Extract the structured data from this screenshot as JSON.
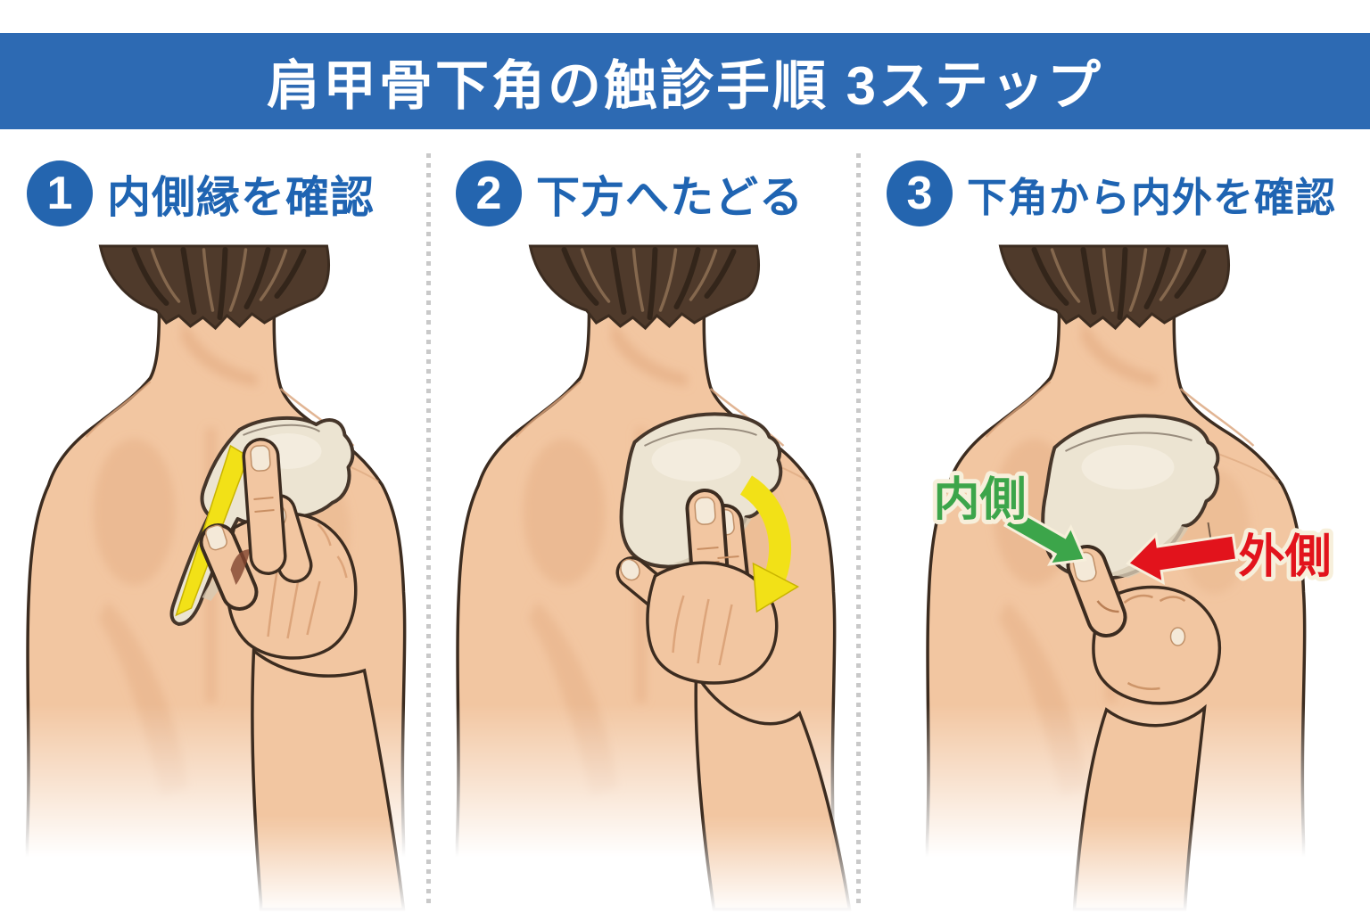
{
  "header": {
    "title": "肩甲骨下角の触診手順 3ステップ"
  },
  "steps": [
    {
      "number": "1",
      "label": "内側縁を確認"
    },
    {
      "number": "2",
      "label": "下方へたどる"
    },
    {
      "number": "3",
      "label": "下角から内外を確認"
    }
  ],
  "annotations": {
    "medial_label": "内側",
    "lateral_label": "外側"
  },
  "colors": {
    "header_bg": "#2d6ab3",
    "header_text": "#ffffff",
    "step_badge": "#2465af",
    "step_text": "#1f64b2",
    "divider_dot": "#c9c9c9",
    "skin": "#f2c6a1",
    "skin_shade": "#e2a87e",
    "outline": "#3c2c20",
    "hair": "#4f3a2b",
    "hair_dark": "#33251a",
    "hair_light": "#8b6e52",
    "bone": "#ece4d2",
    "bone_shade": "#d7cbb4",
    "bone_outline": "#46362a",
    "nail": "#f4e9d8",
    "highlight_yellow": "#f2e117",
    "medial_green": "#3ca54a",
    "lateral_red": "#e2131c",
    "label_halo": "#f7efdb"
  }
}
